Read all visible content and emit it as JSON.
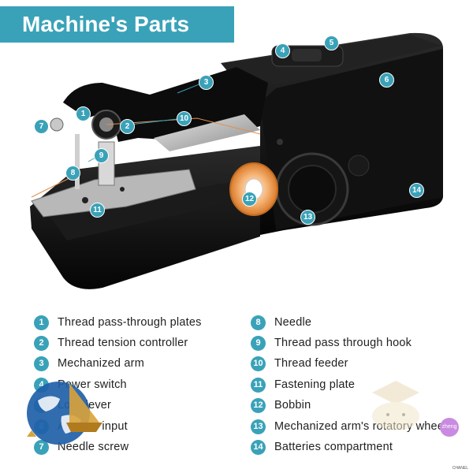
{
  "title": "Machine's Parts",
  "callouts": [
    "1",
    "2",
    "3",
    "4",
    "5",
    "6",
    "7",
    "8",
    "9",
    "10",
    "11",
    "12",
    "13",
    "14"
  ],
  "parts": [
    {
      "num": "1",
      "label": "Thread pass-through plates"
    },
    {
      "num": "2",
      "label": "Thread tension controller"
    },
    {
      "num": "3",
      "label": "Mechanized arm"
    },
    {
      "num": "4",
      "label": "Power switch"
    },
    {
      "num": "5",
      "label": "Lock lever"
    },
    {
      "num": "6",
      "label": "Adapter input"
    },
    {
      "num": "7",
      "label": "Needle screw"
    },
    {
      "num": "8",
      "label": "Needle"
    },
    {
      "num": "9",
      "label": "Thread pass through hook"
    },
    {
      "num": "10",
      "label": "Thread feeder"
    },
    {
      "num": "11",
      "label": "Fastening plate"
    },
    {
      "num": "12",
      "label": "Bobbin"
    },
    {
      "num": "13",
      "label": "Mechanized arm's rotatory wheel"
    },
    {
      "num": "14",
      "label": "Batteries compartment"
    }
  ],
  "watermark": {
    "bear_text": "zheng",
    "small_text": "CHANEL"
  },
  "colors": {
    "accent": "#3aa2b8",
    "machine": "#0d0d0d",
    "bobbin": "#f0a060"
  }
}
